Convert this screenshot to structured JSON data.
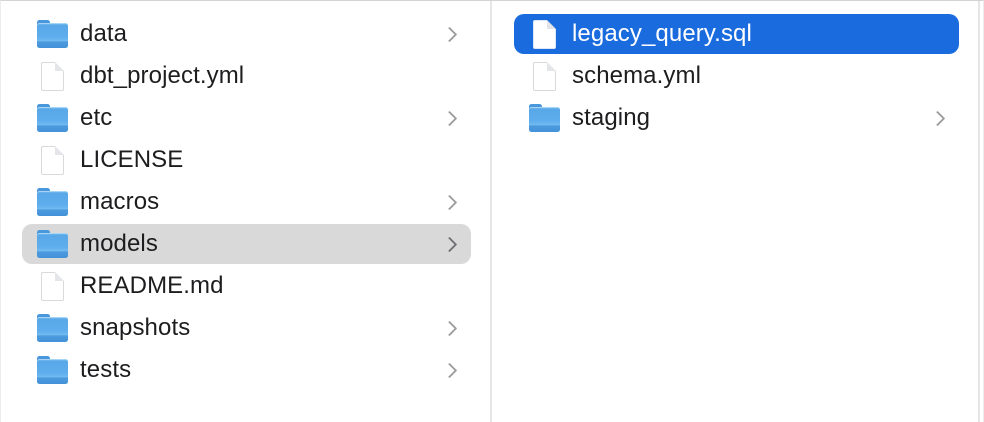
{
  "theme": {
    "selection_blue": "#1a6bdd",
    "selection_gray": "#d9d9d9",
    "folder_blue": "#55a6e8",
    "text_color": "#1d1d1f",
    "chevron_color": "#9b9b9e",
    "background": "#ffffff"
  },
  "columns": [
    {
      "name": "column-1",
      "items": [
        {
          "label": "data",
          "type": "folder",
          "chevron": true,
          "selected": "none"
        },
        {
          "label": "dbt_project.yml",
          "type": "file",
          "chevron": false,
          "selected": "none"
        },
        {
          "label": "etc",
          "type": "folder",
          "chevron": true,
          "selected": "none"
        },
        {
          "label": "LICENSE",
          "type": "file",
          "chevron": false,
          "selected": "none"
        },
        {
          "label": "macros",
          "type": "folder",
          "chevron": true,
          "selected": "none"
        },
        {
          "label": "models",
          "type": "folder",
          "chevron": true,
          "selected": "gray"
        },
        {
          "label": "README.md",
          "type": "file",
          "chevron": false,
          "selected": "none"
        },
        {
          "label": "snapshots",
          "type": "folder",
          "chevron": true,
          "selected": "none"
        },
        {
          "label": "tests",
          "type": "folder",
          "chevron": true,
          "selected": "none"
        }
      ]
    },
    {
      "name": "column-2",
      "items": [
        {
          "label": "legacy_query.sql",
          "type": "file",
          "chevron": false,
          "selected": "blue"
        },
        {
          "label": "schema.yml",
          "type": "file",
          "chevron": false,
          "selected": "none"
        },
        {
          "label": "staging",
          "type": "folder",
          "chevron": true,
          "selected": "none"
        }
      ]
    }
  ]
}
